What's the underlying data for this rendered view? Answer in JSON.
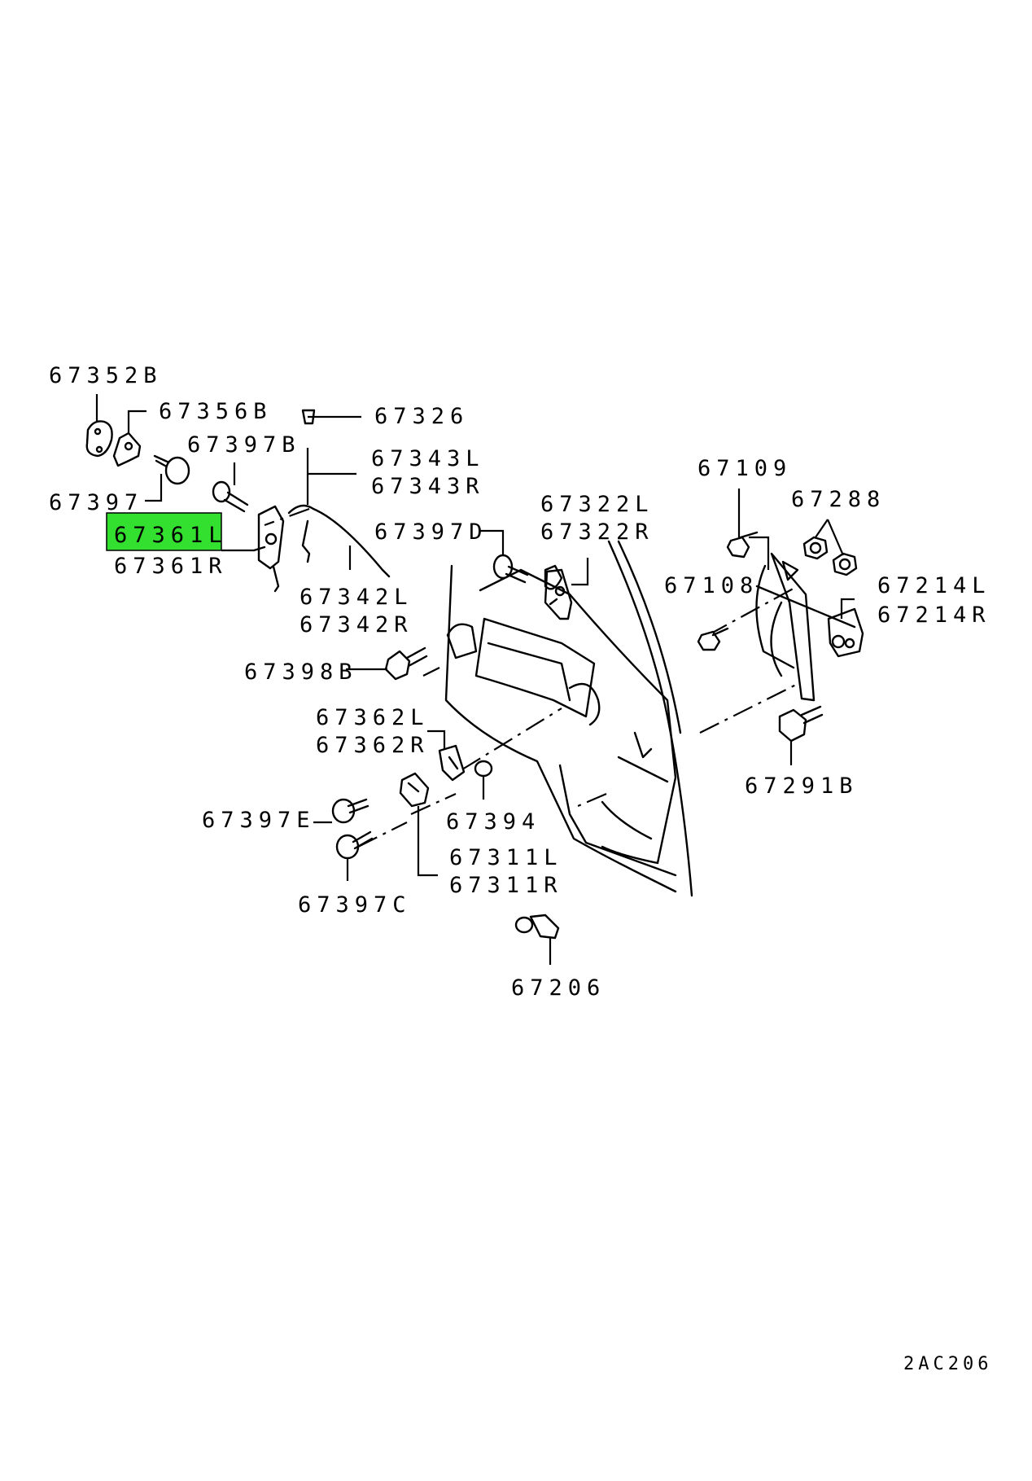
{
  "labels": {
    "p67352B": "67352B",
    "p67356B": "67356B",
    "p67326": "67326",
    "p67397B": "67397B",
    "p67343L": "67343L",
    "p67343R": "67343R",
    "p67397": "67397",
    "p67361L": "67361L",
    "p67361R": "67361R",
    "p67342L": "67342L",
    "p67342R": "67342R",
    "p67322L": "67322L",
    "p67322R": "67322R",
    "p67397D": "67397D",
    "p67109": "67109",
    "p67288": "67288",
    "p67108": "67108",
    "p67214L": "67214L",
    "p67214R": "67214R",
    "p67398B": "67398B",
    "p67362L": "67362L",
    "p67362R": "67362R",
    "p67291B": "67291B",
    "p67394": "67394",
    "p67397E": "67397E",
    "p67311L": "67311L",
    "p67311R": "67311R",
    "p67397C": "67397C",
    "p67206": "67206",
    "diagram_code": "2AC206"
  },
  "highlighted_part": "67361L",
  "colors": {
    "highlight": "#33e02f",
    "line": "#000000",
    "background": "#ffffff"
  }
}
